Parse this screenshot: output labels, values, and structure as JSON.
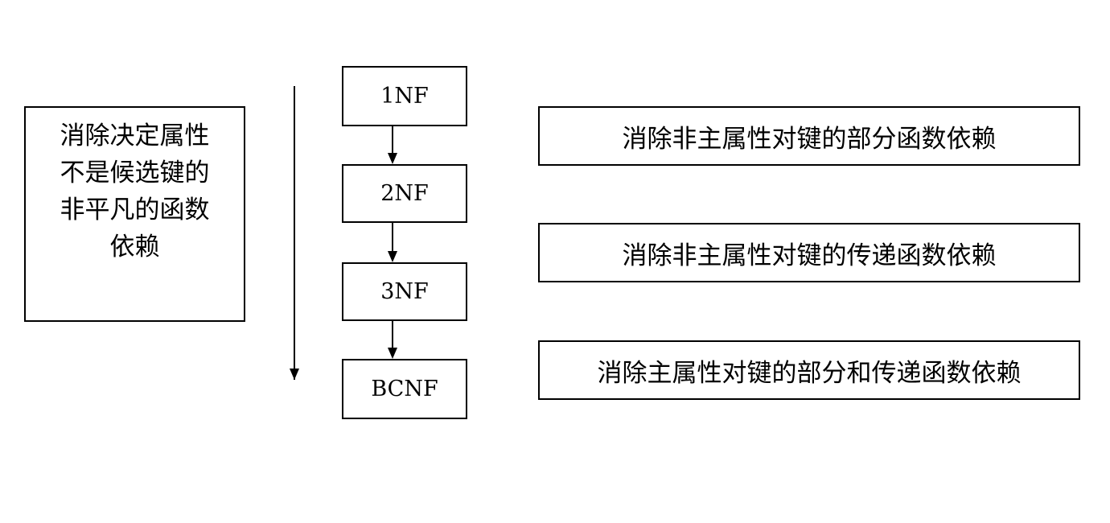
{
  "left_note": {
    "lines": [
      "消除决定属性",
      "不是候选键的",
      "非平凡的函数",
      "依赖"
    ]
  },
  "forms": [
    "1NF",
    "2NF",
    "3NF",
    "BCNF"
  ],
  "steps": [
    "消除非主属性对键的部分函数依赖",
    "消除非主属性对键的传递函数依赖",
    "消除主属性对键的部分和传递函数依赖"
  ]
}
